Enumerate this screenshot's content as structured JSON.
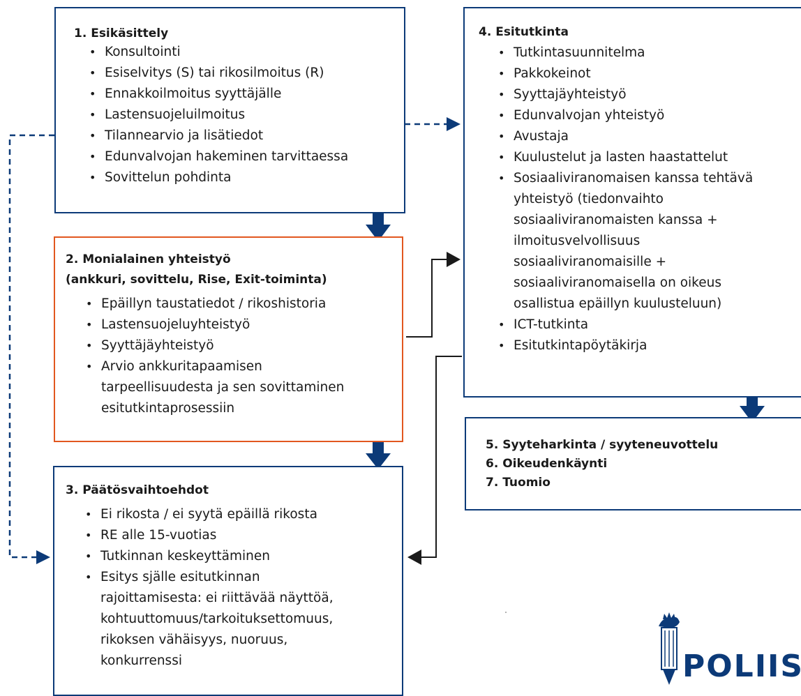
{
  "box1": {
    "title": "1. Esikäsittely",
    "items": [
      "Konsultointi",
      "Esiselvitys (S) tai rikosilmoitus (R)",
      "Ennakkoilmoitus syyttäjälle",
      "Lastensuojeluilmoitus",
      "Tilannearvio ja lisätiedot",
      "Edunvalvojan hakeminen tarvittaessa",
      "Sovittelun pohdinta"
    ]
  },
  "box2": {
    "title_line1": "2. Monialainen yhteistyö",
    "title_line2": "(ankkuri, sovittelu, Rise, Exit-toiminta)",
    "items": [
      "Epäillyn taustatiedot / rikoshistoria",
      "Lastensuojeluyhteistyö",
      "Syyttäjäyhteistyö"
    ],
    "item4": [
      "Arvio ankkuritapaamisen",
      "tarpeellisuudesta ja sen sovittaminen",
      "esitutkintaprosessiin"
    ]
  },
  "box3": {
    "title": "3. Päätösvaihtoehdot",
    "items": [
      "Ei rikosta / ei syytä epäillä rikosta",
      "RE alle 15-vuotias",
      "Tutkinnan keskeyttäminen"
    ],
    "item4": [
      "Esitys själle esitutkinnan",
      "rajoittamisesta: ei riittävää näyttöä,",
      "kohtuuttomuus/tarkoituksettomuus,",
      "rikoksen vähäisyys, nuoruus,",
      "konkurrenssi"
    ]
  },
  "box4": {
    "title": "4. Esitutkinta",
    "items": [
      "Tutkintasuunnitelma",
      "Pakkokeinot",
      "Syyttajäyhteistyö",
      "Edunvalvojan yhteistyö",
      "Avustaja",
      "Kuulustelut ja lasten haastattelut"
    ],
    "item7": [
      "Sosiaaliviranomaisen kanssa tehtävä",
      "yhteistyö (tiedonvaihto",
      "sosiaaliviranomaisten kanssa +",
      "ilmoitusvelvollisuus",
      "sosiaaliviranomaisille +",
      "sosiaaliviranomaisella on oikeus",
      "osallistua epäillyn kuulusteluun)"
    ],
    "items_end": [
      "ICT-tutkinta",
      "Esitutkintapöytäkirja"
    ]
  },
  "box5": {
    "lines": [
      "5. Syyteharkinta / syyteneuvottelu",
      "6. Oikeudenkäynti",
      "7. Tuomio"
    ]
  },
  "bullet": "•",
  "logo": {
    "text": "POLIISI",
    "color": "#0c3a78"
  },
  "colors": {
    "blue": "#0c3a78",
    "orange": "#e2571f",
    "arrow_dark": "#1a1a1a"
  }
}
